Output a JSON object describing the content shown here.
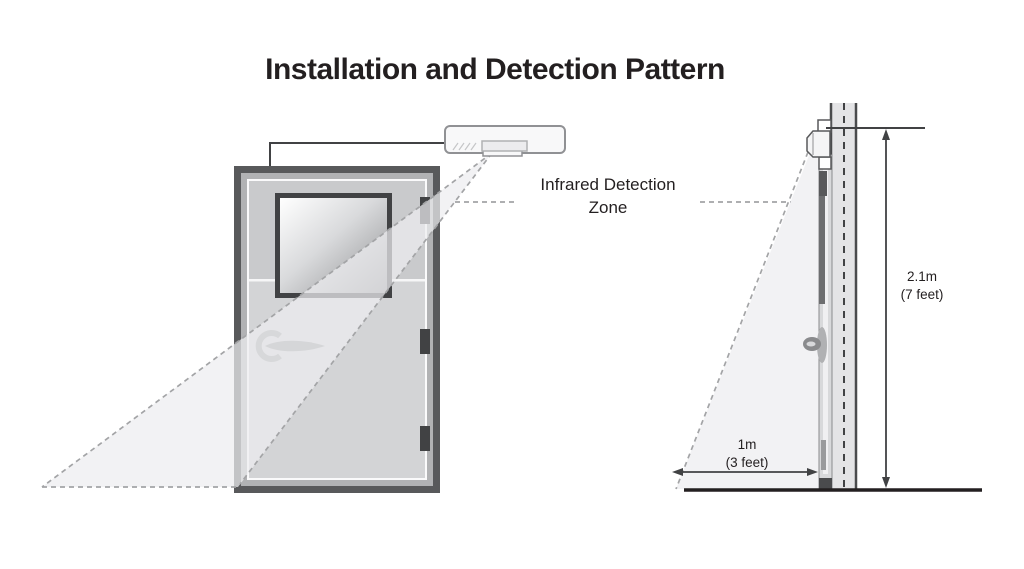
{
  "title": "Installation and Detection Pattern",
  "diagram": {
    "zone_label": "Infrared Detection Zone",
    "measurements": {
      "height_metric": "2.1m",
      "height_imperial": "(7 feet)",
      "depth_metric": "1m",
      "depth_imperial": "(3 feet)"
    }
  },
  "colors": {
    "background": "#ffffff",
    "text": "#231f20",
    "line_dark": "#414244",
    "door_frame": "#58595b",
    "door_margin": "#b1b2b4",
    "door_panel": "#d2d3d5",
    "window_frame": "#414244",
    "dash_gray": "#a3a4a6",
    "wall_fill": "#e4e4e6",
    "cone_fill": "#ededf0"
  }
}
